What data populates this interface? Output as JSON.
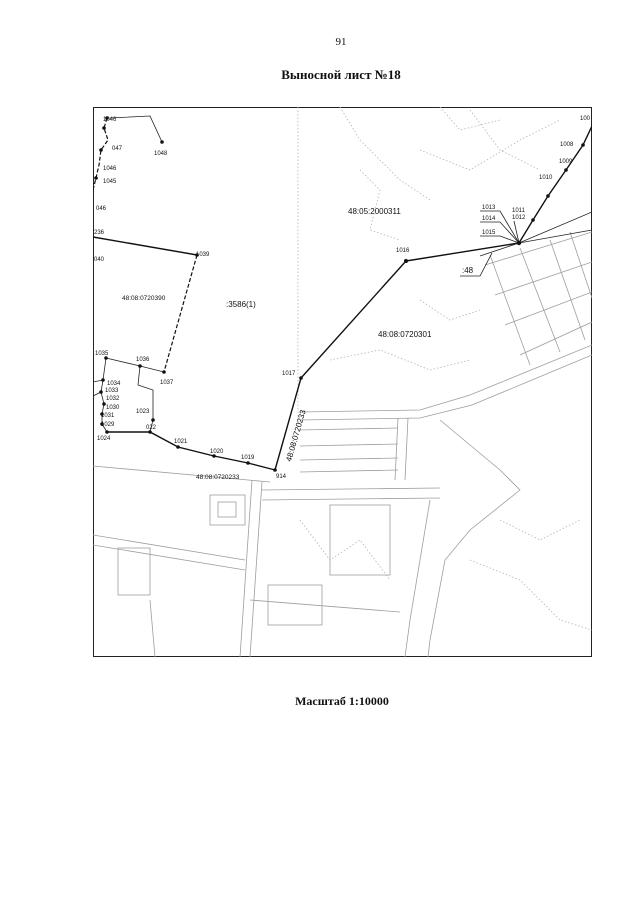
{
  "page": {
    "number": "91",
    "title": "Выносной лист №18",
    "scale": "Масштаб 1:10000"
  },
  "map": {
    "parcels": [
      "48:05:2000311",
      "48:08:0720390",
      ":3586(1)",
      "48:08:0720301",
      "48:08:0720233",
      "48:08:0720233",
      ":48"
    ],
    "points": [
      "1046",
      "047",
      "1048",
      "1046",
      "1045",
      "046",
      "236",
      "040",
      "1039",
      "1016",
      "1013",
      "1014",
      "1015",
      "1011",
      "1012",
      "1010",
      "1009",
      "1008",
      "100",
      "1017",
      "1035",
      "1036",
      "1037",
      "1034",
      "1033",
      "1032",
      "1030",
      "1031",
      "1029",
      "1024",
      "1023",
      "022",
      "1021",
      "1020",
      "1019",
      "914"
    ]
  }
}
